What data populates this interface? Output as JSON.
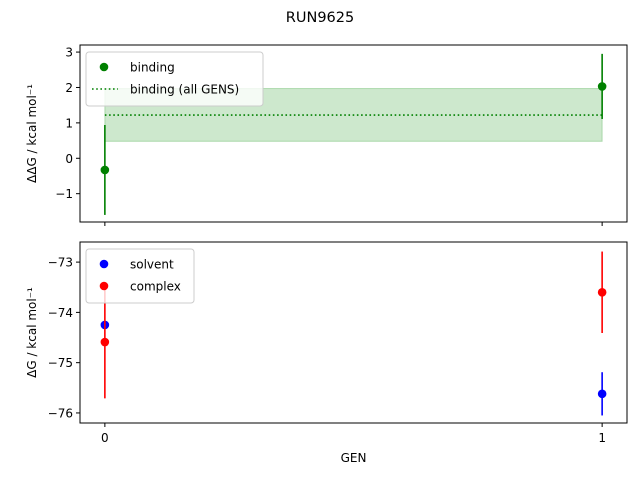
{
  "figure_title": "RUN9625",
  "chart_data": [
    {
      "type": "scatter",
      "panel": "top",
      "ylabel": "ΔΔG / kcal mol⁻¹",
      "xlabel": "",
      "ylim": [
        -1.8,
        3.2
      ],
      "xlim": [
        -0.05,
        1.05
      ],
      "yticks": [
        -1,
        0,
        1,
        2,
        3
      ],
      "xticks": [
        0,
        1
      ],
      "show_xticklabels": false,
      "grid": false,
      "legend": "top-left",
      "series": [
        {
          "name": "binding",
          "kind": "points",
          "color": "#008000",
          "x": [
            0,
            1
          ],
          "y": [
            -0.33,
            2.03
          ],
          "yerr": [
            1.27,
            0.92
          ]
        },
        {
          "name": "binding (all GENS)",
          "kind": "dotted-line-with-band",
          "color": "#008000",
          "band_color": "#2ca02c",
          "x": [
            0,
            1
          ],
          "y": 1.22,
          "band": [
            0.48,
            1.97
          ]
        }
      ]
    },
    {
      "type": "scatter",
      "panel": "bottom",
      "ylabel": "ΔG / kcal mol⁻¹",
      "xlabel": "GEN",
      "ylim": [
        -76.2,
        -72.6
      ],
      "xlim": [
        -0.05,
        1.05
      ],
      "yticks": [
        -76,
        -75,
        -74,
        -73
      ],
      "xticks": [
        0,
        1
      ],
      "show_xticklabels": true,
      "grid": false,
      "legend": "top-left",
      "series": [
        {
          "name": "solvent",
          "kind": "points",
          "color": "#0000ff",
          "x": [
            0,
            1
          ],
          "y": [
            -74.25,
            -75.62
          ],
          "yerr": [
            0.05,
            0.43
          ]
        },
        {
          "name": "complex",
          "kind": "points",
          "color": "#ff0000",
          "x": [
            0,
            1
          ],
          "y": [
            -74.59,
            -73.6
          ],
          "yerr": [
            1.12,
            0.81
          ]
        }
      ]
    }
  ]
}
